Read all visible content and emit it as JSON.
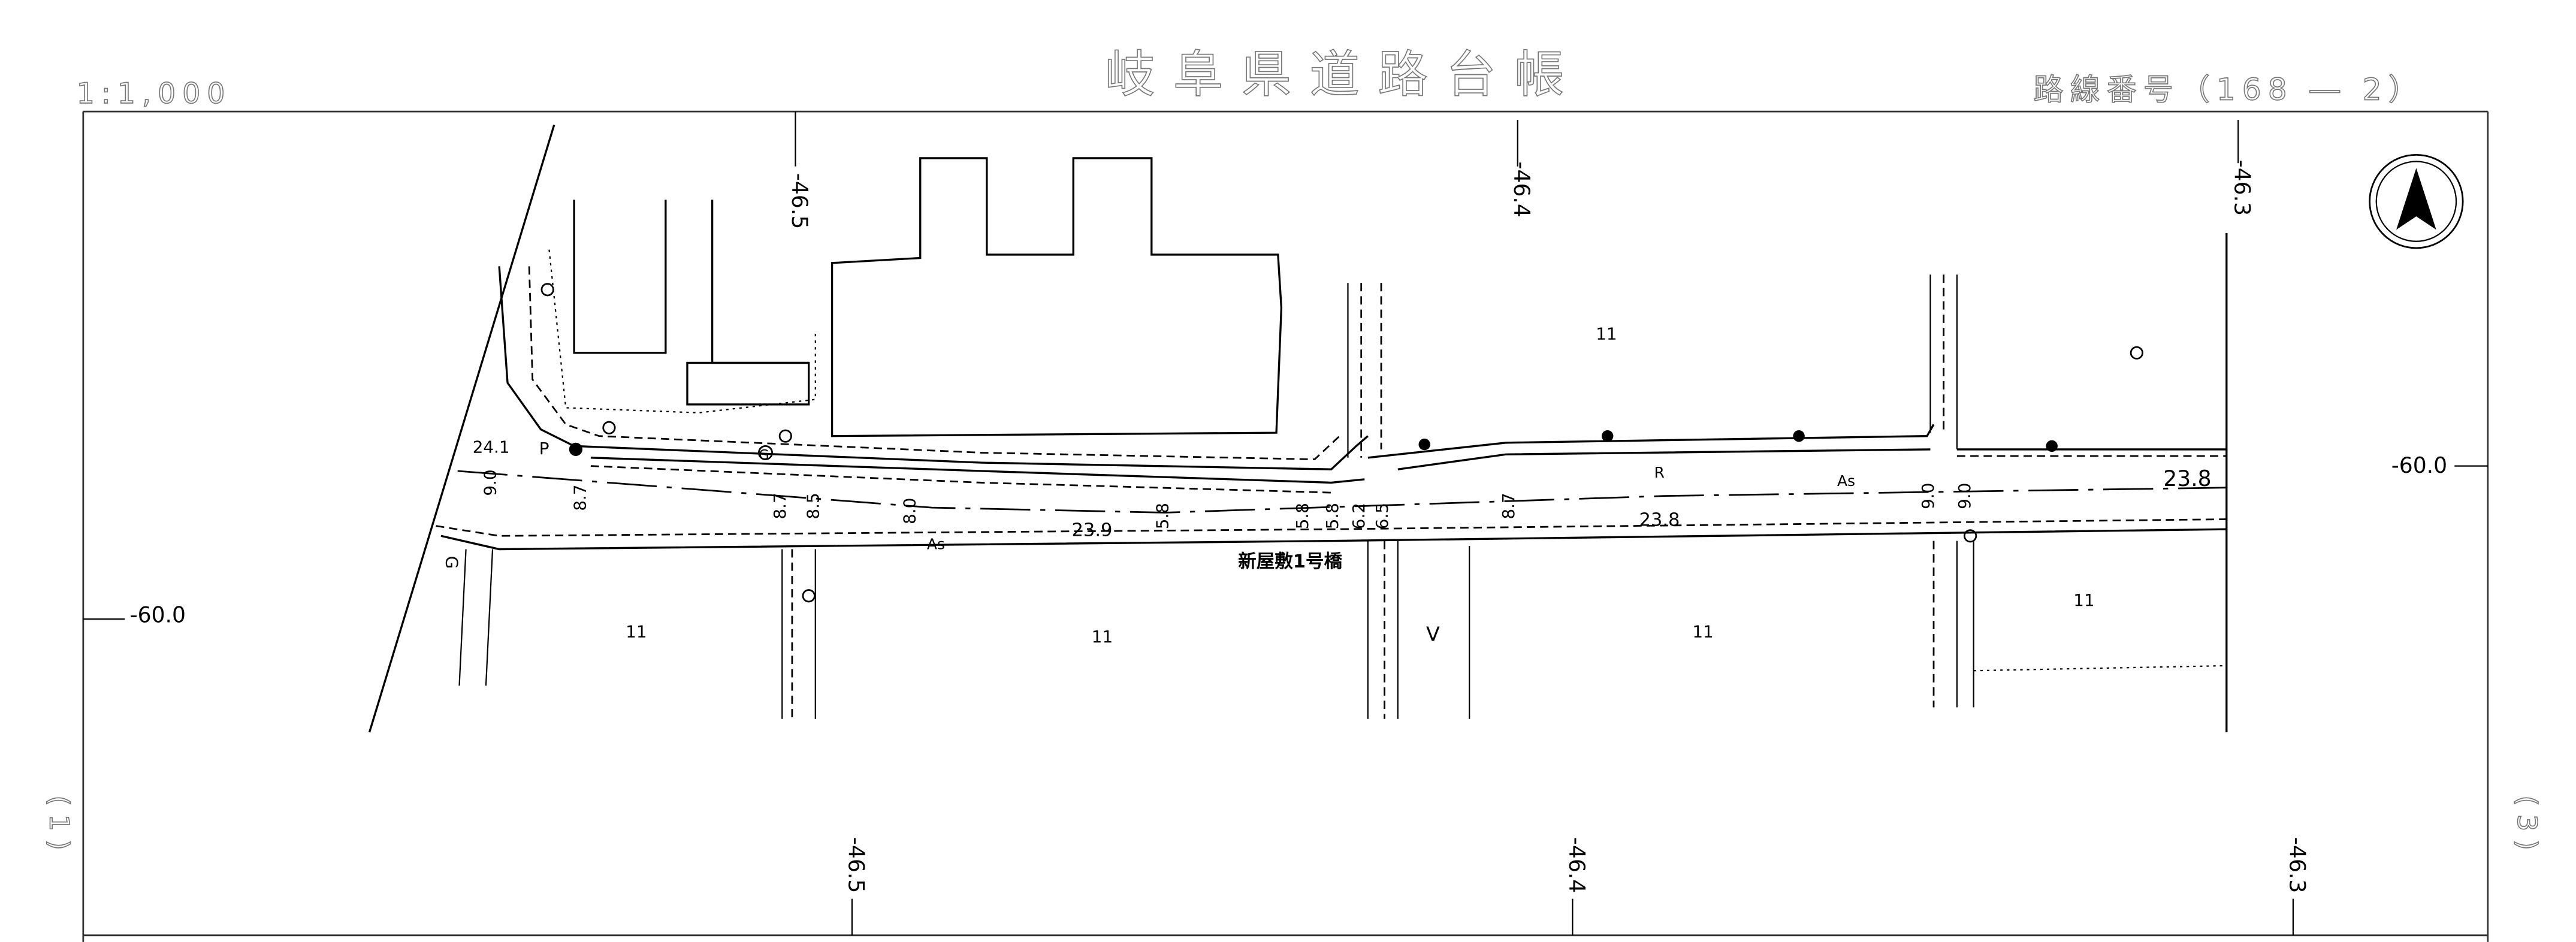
{
  "header": {
    "scale": "1:1,000",
    "title": "岐阜県道路台帳",
    "route_number": "路線番号（168 ― 2）"
  },
  "grid": {
    "top_labels": [
      "-46.5",
      "-46.4",
      "-46.3"
    ],
    "bottom_labels": [
      "-46.5",
      "-46.4",
      "-46.3"
    ],
    "left_label": "-60.0",
    "right_label": "-60.0"
  },
  "page_links": {
    "prev": "( 1 )",
    "next": "( 3 )"
  },
  "map": {
    "widths": [
      "24.1",
      "9.0",
      "8.7",
      "8.7",
      "8.5",
      "8.0",
      "5.8",
      "5.8",
      "5.8",
      "6.2",
      "6.5",
      "8.7",
      "9.0",
      "9.0"
    ],
    "lengths": [
      "23.9",
      "23.8",
      "23.8"
    ],
    "surface": [
      "As",
      "As"
    ],
    "markers": {
      "p": "P",
      "g1": "G",
      "g2": "G",
      "r": "R",
      "v": "V"
    },
    "land_codes": [
      "11",
      "11",
      "11",
      "11",
      "11"
    ],
    "bridge_name": "新屋敷1号橋"
  }
}
